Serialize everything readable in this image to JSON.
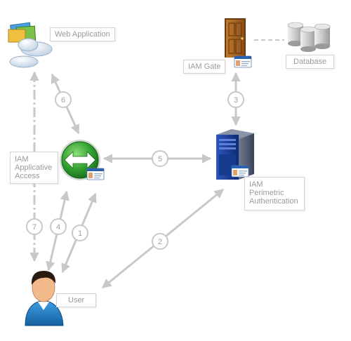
{
  "nodes": {
    "web_application": {
      "label": "Web Application"
    },
    "iam_gate": {
      "label": "IAM Gate"
    },
    "database": {
      "label": "Database"
    },
    "iam_applicative_access": {
      "lines": [
        "IAM",
        "Applicative",
        "Access"
      ]
    },
    "iam_perimetric_authentication": {
      "lines": [
        "IAM",
        "Perimetric",
        "Authentication"
      ]
    },
    "user": {
      "label": "User"
    }
  },
  "flows": [
    {
      "number": "1",
      "from": "User",
      "to": "IAM Applicative Access"
    },
    {
      "number": "2",
      "from": "User",
      "to": "IAM Perimetric Authentication"
    },
    {
      "number": "3",
      "from": "IAM Gate",
      "to": "IAM Perimetric Authentication"
    },
    {
      "number": "4",
      "from": "IAM Applicative Access",
      "to": "User"
    },
    {
      "number": "5",
      "from": "IAM Applicative Access",
      "to": "IAM Perimetric Authentication"
    },
    {
      "number": "6",
      "from": "Web Application",
      "to": "IAM Applicative Access"
    },
    {
      "number": "7",
      "from": "Web Application",
      "to": "User"
    }
  ],
  "colors": {
    "arrow": "#c8c8c8",
    "label_text": "#9a9a9a",
    "label_border": "#d4d4d4",
    "server_blue": "#1d3f9a",
    "access_green": "#2e9b2e",
    "user_blue": "#1f7fc8",
    "door_brown": "#a0601e"
  },
  "icons": {
    "web_application": "web-application-icon",
    "iam_gate": "door-icon",
    "database": "database-icon",
    "iam_applicative_access": "access-arrows-icon",
    "iam_perimetric_authentication": "server-icon",
    "user": "user-icon",
    "credential": "id-card-icon"
  }
}
